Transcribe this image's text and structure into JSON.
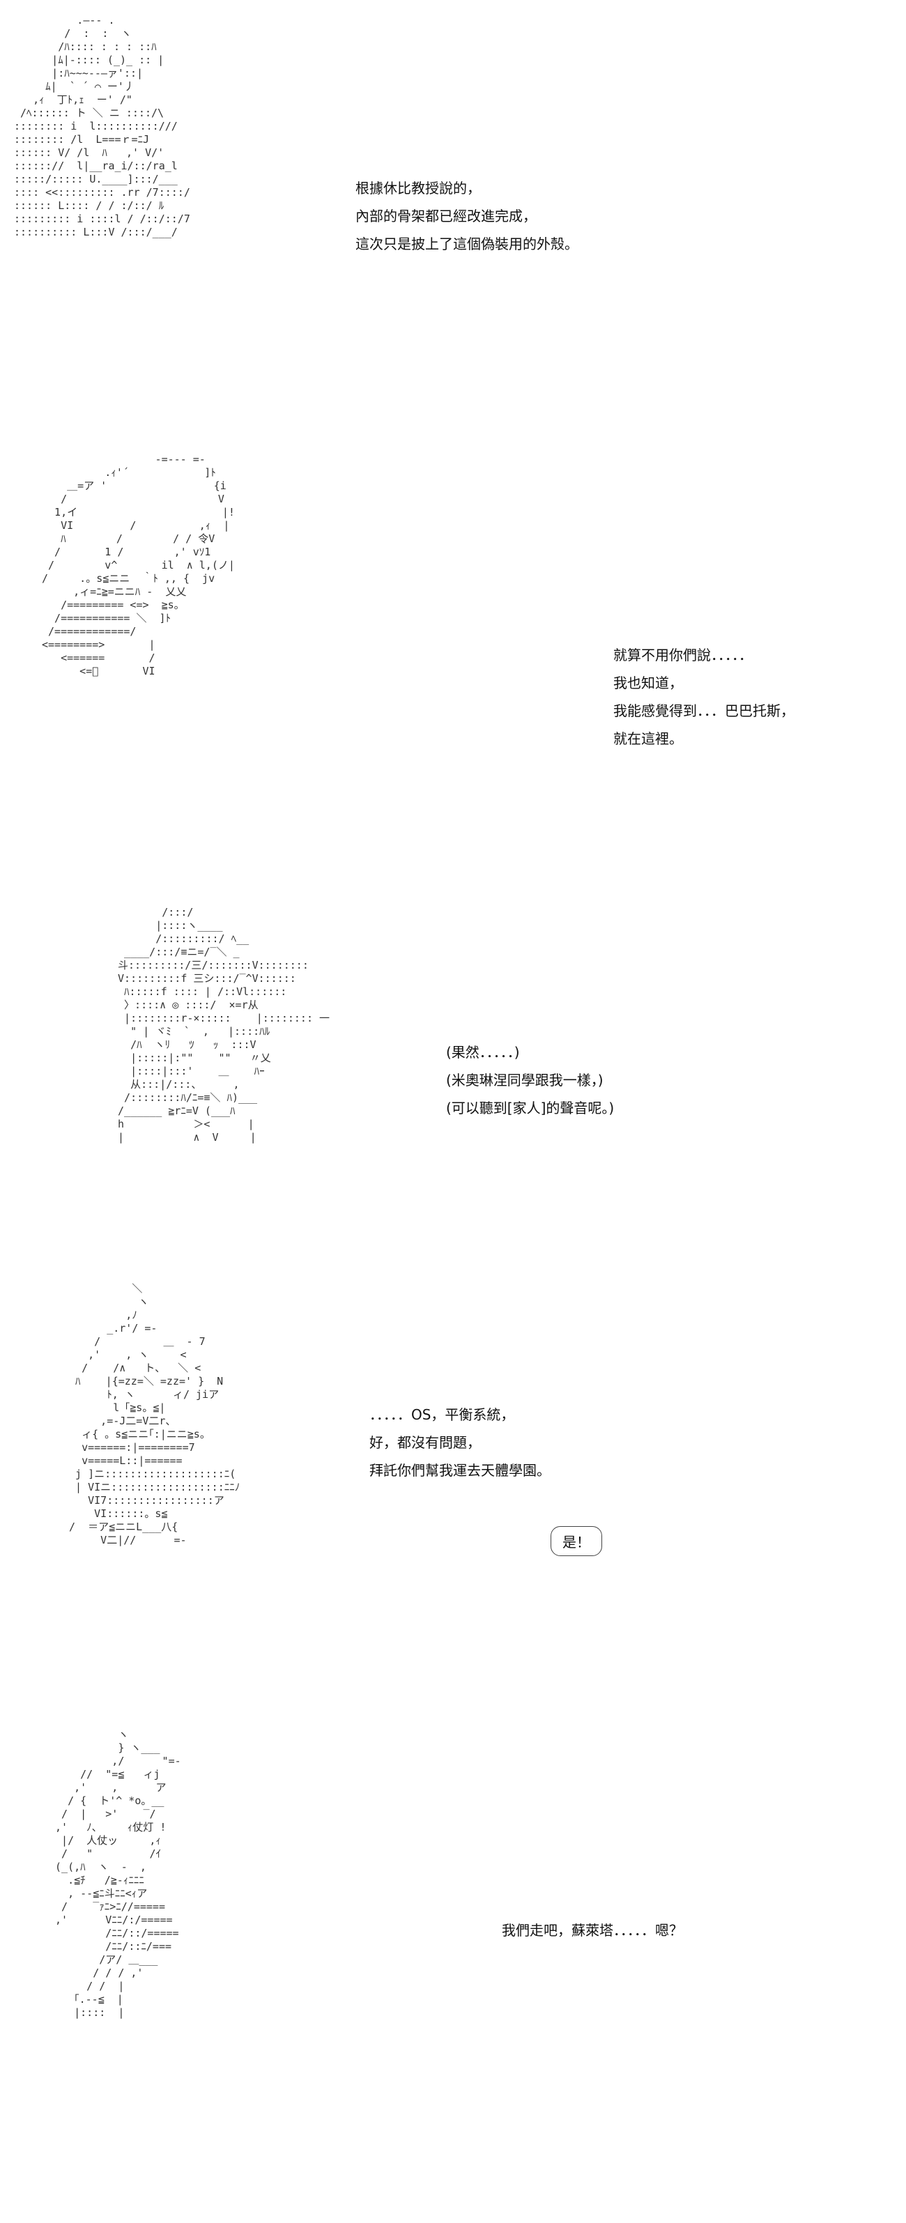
{
  "panels": [
    {
      "art": "          .―‐- .\n        /  :  :  ヽ\n       /ﾊ:::: : : : ::ﾊ\n      |ﾑ|‐:::: (_)_ :: |\n      |:ﾊ~~~--―ァ'::|\n     ﾑ|  ` ´ ⌒ ー'丿\n   ,ｨ  丁ﾄ,ｪ  ー' /\"\n /ﾍ:::::: ト ＼ ニ ::::/\\\n:::::::: i  l::::::::::///\n:::::::: /l  L===ｒ=ﾆJ\n:::::: V/ /l  ﾊ   ,' V/'\n:::::://  l|__ra_i/::/ra_l\n:::::/::::: U.____]:::/___\n:::: <<::::::::: .rr /7::::/\n:::::: L:::: / / :/::/ ﾙ\n::::::::: i ::::l / /::/::/7\n:::::::::: L:::V /:::/___/",
      "lines": [
        "根據休比教授說的，",
        "內部的骨架都已經改進完成，",
        "這次只是披上了這個偽裝用的外殼。"
      ]
    },
    {
      "art": "                  -=‐‐‐ =-\n          .ｨ'´            ]ﾄ\n    ＿=ア '                 {i\n   /                        V\n  1,イ                       |!\n   VI         /          ,ｨ  |\n   ﾊ        /        / / 令V\n  /       1 /        ,' vｿ1\n /        v^       il  ∧ l,(ノ|\n/     .。s≦ニニ  ｀ﾄ ,, {  jv\n     ,ィ=ﾆ≧=ニニﾊ -  乂乂\n   /========= <=>  ≧s。\n  /=========== ＼  ]ﾄ\n /============/\n<========>       |\n   <======       /\n      <=ﾞ       VI",
      "lines": [
        "就算不用你們說．．．．．",
        "我也知道，",
        "我能感覺得到．．．巴巴托斯，",
        "就在這裡。"
      ]
    },
    {
      "art": "        /:::/\n       |::::ヽ____\n       /:::::::::/ ﾍ__\n  ____/:::/≡ニ=/‾＼ _\n 斗:::::::::/三/:::::::V::::::::\n V:::::::::f 三シ:::/‾^V::::::\n  ﾊ:::::f :::: | /::Vl::::::\n  〉::::∧ ◎ ::::/  ×=r从\n  |::::::::r-×:::::    |:::::::: 一\n   \" | ヾﾐ  `  ,   |::::ﾊﾙ\n   /ﾊ  ヽﾘ   ﾂ   ｯ  :::V\n   |:::::|:\"\"    \"\"   〃乂\n   |::::|:::'    ＿    ﾊｰ\n   从:::|/:::、     ,\n  /::::::::ﾊ/ﾆ=≡＼ ﾊ)___\n /______ ≧rﾆ=V (___ﾊ\n h           ＞<      |\n |           ∧  V     |",
      "lines": [
        "(果然．．．．．)",
        "(米奧琳涅同學跟我一樣，)",
        "(可以聽到[家人]的聲音呢。)"
      ]
    },
    {
      "art": "           ＼\n            ヽ\n          ,ﾉ\n       _.r'/ =-\n     /          ＿  - 7\n    ,'    , ヽ     <\n   /    /∧   ト、  ＼ <\n  ﾊ    |{=zz=＼ =zz=' }  N\n       ﾄ, ヽ      ィ/ jiア\n        l「≧s。≦|\n      ,=-J二=V二r、\n   ィ{ 。s≦ニニ｢:|ニニ≧s。\n   v======:|========7\n   v=====L::|======\n  j ]ニ:::::::::::::::::::ﾆ(\n  | VIニ::::::::::::::::::ﾆﾆﾉ\n    VI7:::::::::::::::::ア\n     VI::::::。s≦\n /  ＝ア≦ニニL___八{\n      V二|//      =-",
      "lines": [
        "．．．．．OS，平衡系統，",
        "好，都沒有問題，",
        "拜託你們幫我運去天體學園。"
      ],
      "bubble": "是！"
    },
    {
      "art": "           ヽ\n           } ヽ___\n          ,/      \"=-\n     //  \"=≦   ィj\n    ,'    ,      ア\n   / {  ト'^ *o。__\n  /  |   >'    ‾/\n ,'   ﾉ、    ｨ仗灯 !\n  |/  人仗ッ     ,ｨ\n  /   \"         /ｲ\n (_(,ﾊ  ヽ  -  ,\n   .≦ﾁ   /≧-ｨﾆﾆﾆ\n   , -‐≦ﾆ斗ﾆﾆ<ｨア\n  /    ‾ｧﾆ>ﾆ//=====\n ,'      Vﾆﾆ/:/=====\n         /ﾆﾆ/::/=====\n         /ﾆﾆ/::ﾆ/===\n        /ア/ ＿___\n       / / / ,'\n      / /  |\n    ｢.--≦  |\n    |::::  |",
      "lines": [
        "我們走吧，蘇萊塔．．．．．嗯？"
      ]
    }
  ]
}
